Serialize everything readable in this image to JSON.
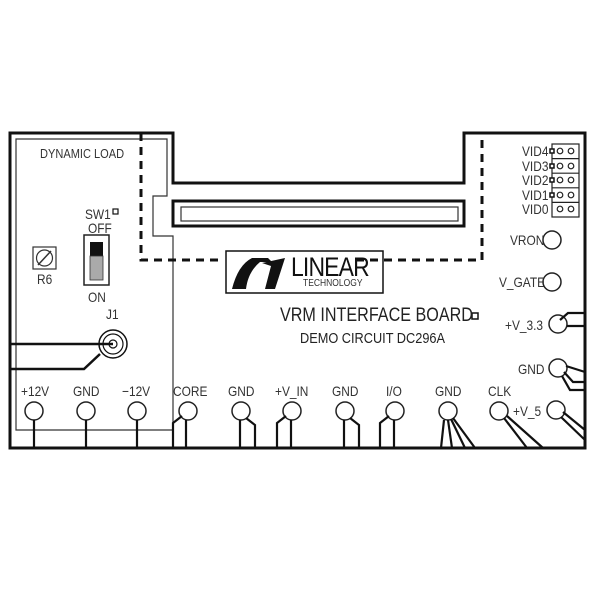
{
  "board": {
    "title": "VRM INTERFACE BOARD",
    "subtitle": "DEMO CIRCUIT DC296A",
    "logo_main": "LINEAR",
    "logo_sub": "TECHNOLOGY"
  },
  "dynamic_load": {
    "label": "DYNAMIC LOAD",
    "switch": {
      "name": "SW1",
      "off_label": "OFF",
      "on_label": "ON"
    },
    "pot": {
      "name": "R6"
    },
    "jack": {
      "name": "J1"
    }
  },
  "vid_header": {
    "pins": [
      "VID4",
      "VID3",
      "VID2",
      "VID1",
      "VID0"
    ]
  },
  "right_terminals": [
    "VRON",
    "V_GATE",
    "+V_3.3",
    "GND",
    "+V_5"
  ],
  "bottom_terminals": [
    "+12V",
    "GND",
    "−12V",
    "CORE",
    "GND",
    "+V_IN",
    "GND",
    "I/O",
    "GND",
    "CLK"
  ],
  "colors": {
    "ink": "#111111",
    "text": "#333333",
    "switch_dark": "#111111",
    "switch_light": "#aaaaaa",
    "background": "#ffffff"
  }
}
